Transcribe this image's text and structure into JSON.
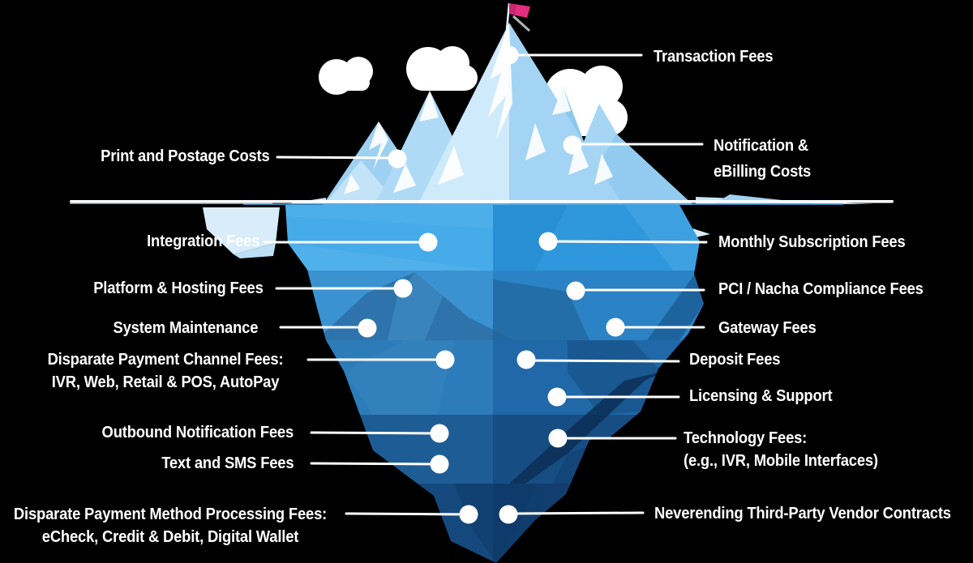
{
  "diagram": {
    "kind": "iceberg-hidden-costs",
    "waterline_divides": [
      "visible costs above water",
      "hidden costs below water"
    ]
  },
  "labels": {
    "above": [
      {
        "id": "transaction",
        "side": "right",
        "lines": [
          "Transaction Fees"
        ]
      },
      {
        "id": "print",
        "side": "left",
        "lines": [
          "Print and Postage Costs"
        ]
      },
      {
        "id": "notification",
        "side": "right",
        "lines": [
          "Notification &",
          "eBilling Costs"
        ]
      }
    ],
    "below_left": [
      {
        "id": "integration",
        "lines": [
          "Integration Fees"
        ]
      },
      {
        "id": "platform",
        "lines": [
          "Platform & Hosting Fees"
        ]
      },
      {
        "id": "sysmaint",
        "lines": [
          "System Maintenance"
        ]
      },
      {
        "id": "channel",
        "lines": [
          "Disparate Payment Channel Fees:",
          "IVR, Web, Retail & POS, AutoPay"
        ]
      },
      {
        "id": "outbound",
        "lines": [
          "Outbound Notification Fees"
        ]
      },
      {
        "id": "textsms",
        "lines": [
          "Text and SMS Fees"
        ]
      },
      {
        "id": "method",
        "lines": [
          "Disparate Payment Method Processing Fees:",
          "eCheck, Credit & Debit, Digital Wallet"
        ]
      }
    ],
    "below_right": [
      {
        "id": "monthly",
        "lines": [
          "Monthly Subscription Fees"
        ]
      },
      {
        "id": "pci",
        "lines": [
          "PCI / Nacha Compliance Fees"
        ]
      },
      {
        "id": "gateway",
        "lines": [
          "Gateway Fees"
        ]
      },
      {
        "id": "deposit",
        "lines": [
          "Deposit Fees"
        ]
      },
      {
        "id": "licensing",
        "lines": [
          "Licensing & Support"
        ]
      },
      {
        "id": "technology",
        "lines": [
          "Technology Fees:",
          "(e.g., IVR, Mobile Interfaces)"
        ]
      },
      {
        "id": "neverending",
        "lines": [
          "Neverending Third-Party Vendor Contracts"
        ]
      }
    ]
  },
  "colors": {
    "background": "#000000",
    "label_text": "#ffffff",
    "connector": "#ffffff",
    "marker_dot": "#ffffff",
    "waterline": "#ffffff",
    "flag": "#e42c80",
    "ice_above": [
      "#cfeafb",
      "#aedaf5",
      "#9dd0f1",
      "#8cc8ee"
    ],
    "water_bands_left": [
      "#46abe9",
      "#3b92d0",
      "#2d7cba",
      "#1e5c95",
      "#15497d"
    ],
    "water_bands_right": [
      "#2f97dc",
      "#2b82c4",
      "#2068a7",
      "#164e84",
      "#0f3d6d"
    ],
    "crevasse": "#0c2f56"
  }
}
